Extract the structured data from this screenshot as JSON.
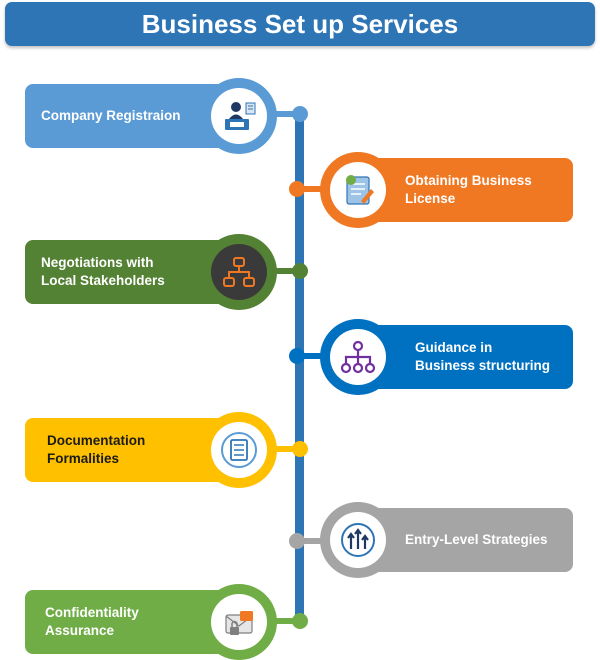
{
  "title": "Business Set up Services",
  "steps": [
    {
      "label": "Company Registraion",
      "side": "left",
      "color": "#5b9bd5",
      "icon": "registration-desk-icon"
    },
    {
      "label": "Obtaining Business\nLicense",
      "side": "right",
      "color": "#f07822",
      "icon": "license-document-icon"
    },
    {
      "label": "Negotiations with\nLocal Stakeholders",
      "side": "left",
      "color": "#548235",
      "icon": "network-flow-icon"
    },
    {
      "label": "Guidance in\nBusiness structuring",
      "side": "right",
      "color": "#0070c0",
      "icon": "org-chart-icon"
    },
    {
      "label": "Documentation\nFormalities",
      "side": "left",
      "color": "#ffc000",
      "icon": "checklist-icon"
    },
    {
      "label": "Entry-Level Strategies",
      "side": "right",
      "color": "#a5a5a5",
      "icon": "growth-arrows-icon"
    },
    {
      "label": "Confidentiality\nAssurance",
      "side": "left",
      "color": "#70ad47",
      "icon": "secure-mail-icon"
    }
  ],
  "colors": {
    "banner": "#2e75b6",
    "timeline": "#2e75b6",
    "label_dark": "#1a1a1a"
  }
}
